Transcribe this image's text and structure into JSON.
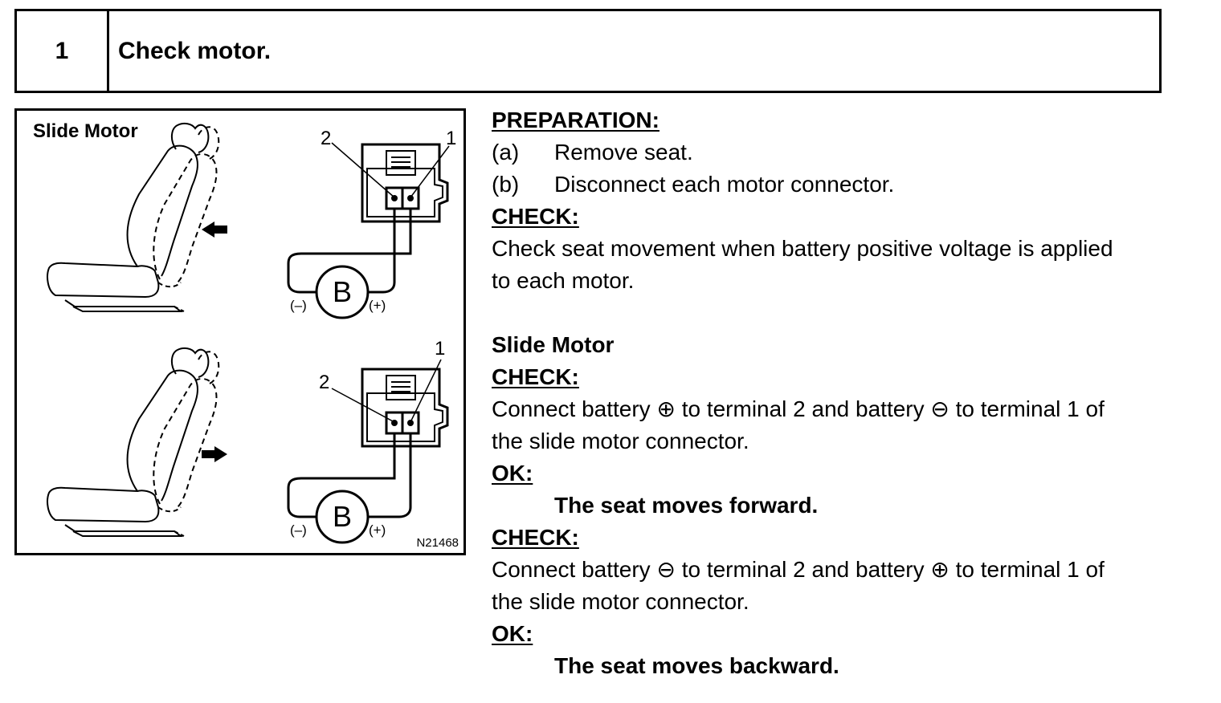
{
  "header": {
    "step_number": "1",
    "title": "Check motor."
  },
  "figure": {
    "title": "Slide Motor",
    "code": "N21468",
    "top": {
      "label_terminal_2": "2",
      "label_terminal_1": "1",
      "battery": "B",
      "neg": "(–)",
      "pos": "(+)"
    },
    "bottom": {
      "label_terminal_2": "2",
      "label_terminal_1": "1",
      "battery": "B",
      "neg": "(–)",
      "pos": "(+)"
    }
  },
  "text": {
    "preparation_heading": "PREPARATION:",
    "prep_a_label": "(a)",
    "prep_a_text": "Remove seat.",
    "prep_b_label": "(b)",
    "prep_b_text": "Disconnect each motor connector.",
    "check_heading_1": "CHECK:",
    "check_text_1a": "Check seat movement when battery positive voltage is applied",
    "check_text_1b": "to each motor.",
    "slide_motor_heading": "Slide Motor",
    "check_heading_2": "CHECK:",
    "check_text_2a": "Connect battery ⊕ to terminal 2 and battery ⊖ to terminal 1 of",
    "check_text_2b": "the slide motor connector.",
    "ok_heading_1": "OK:",
    "ok_text_1": "The seat moves forward.",
    "check_heading_3": "CHECK:",
    "check_text_3a": "Connect battery ⊖ to terminal 2 and battery ⊕ to terminal 1 of",
    "check_text_3b": "the slide motor connector.",
    "ok_heading_2": "OK:",
    "ok_text_2": "The seat moves backward."
  }
}
